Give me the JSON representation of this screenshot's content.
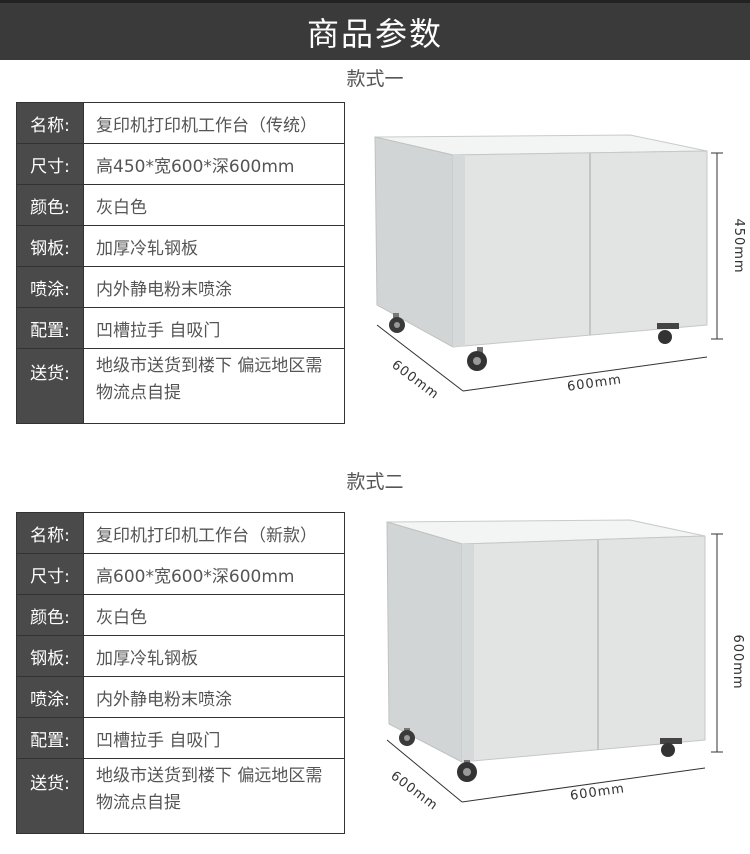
{
  "header": {
    "title": "商品参数"
  },
  "styles": [
    {
      "title": "款式一",
      "specs": [
        {
          "key": "名称:",
          "value": "复印机打印机工作台（传统）"
        },
        {
          "key": "尺寸:",
          "value": "高450*宽600*深600mm"
        },
        {
          "key": "颜色:",
          "value": "灰白色"
        },
        {
          "key": "钢板:",
          "value": "加厚冷轧钢板"
        },
        {
          "key": "喷涂:",
          "value": "内外静电粉末喷涂"
        },
        {
          "key": "配置:",
          "value": "凹槽拉手 自吸门"
        },
        {
          "key": "送货:",
          "value": "地级市送货到楼下 偏远地区需物流点自提"
        }
      ],
      "dimensions": {
        "height": "450mm",
        "width": "600mm",
        "depth": "600mm"
      }
    },
    {
      "title": "款式二",
      "specs": [
        {
          "key": "名称:",
          "value": "复印机打印机工作台（新款）"
        },
        {
          "key": "尺寸:",
          "value": "高600*宽600*深600mm"
        },
        {
          "key": "颜色:",
          "value": "灰白色"
        },
        {
          "key": "钢板:",
          "value": "加厚冷轧钢板"
        },
        {
          "key": "喷涂:",
          "value": "内外静电粉末喷涂"
        },
        {
          "key": "配置:",
          "value": "凹槽拉手 自吸门"
        },
        {
          "key": "送货:",
          "value": "地级市送货到楼下 偏远地区需物流点自提"
        }
      ],
      "dimensions": {
        "height": "600mm",
        "width": "600mm",
        "depth": "600mm"
      }
    }
  ],
  "colors": {
    "header_bg": "#3a3a3a",
    "key_bg": "#4a4a4a",
    "cabinet": "#e3e5e5"
  }
}
